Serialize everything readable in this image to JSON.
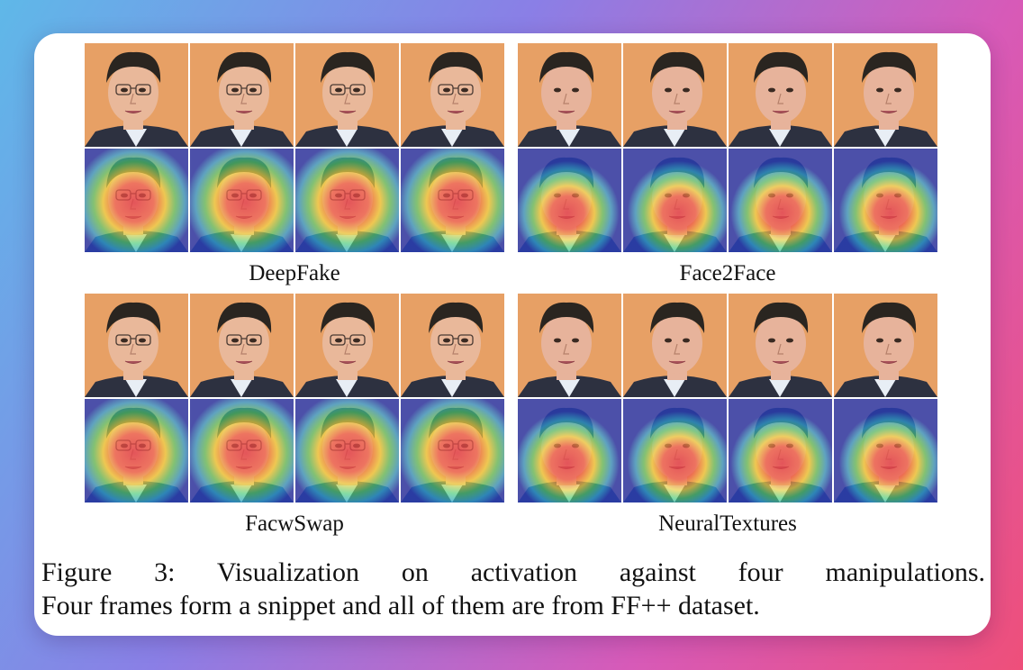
{
  "panels": [
    {
      "key": "deepfake",
      "label": "DeepFake",
      "subject": "a"
    },
    {
      "key": "face2face",
      "label": "Face2Face",
      "subject": "b"
    },
    {
      "key": "faceswap",
      "label": "FacwSwap",
      "subject": "a"
    },
    {
      "key": "neuraltextures",
      "label": "NeuralTextures",
      "subject": "b"
    }
  ],
  "caption": {
    "line1": "Figure 3:  Visualization on activation against four manipulations.",
    "line2": "Four frames form a snippet and all of them are from FF++ dataset."
  },
  "colors": {
    "background_orange": "#e7a065",
    "hair": "#2a2520",
    "skin_a": "#e9b89a",
    "skin_b": "#e7b39b",
    "suit": "#2d3140",
    "heatmap_hot": "#e23a48",
    "heatmap_cold": "#2a3fb8"
  }
}
